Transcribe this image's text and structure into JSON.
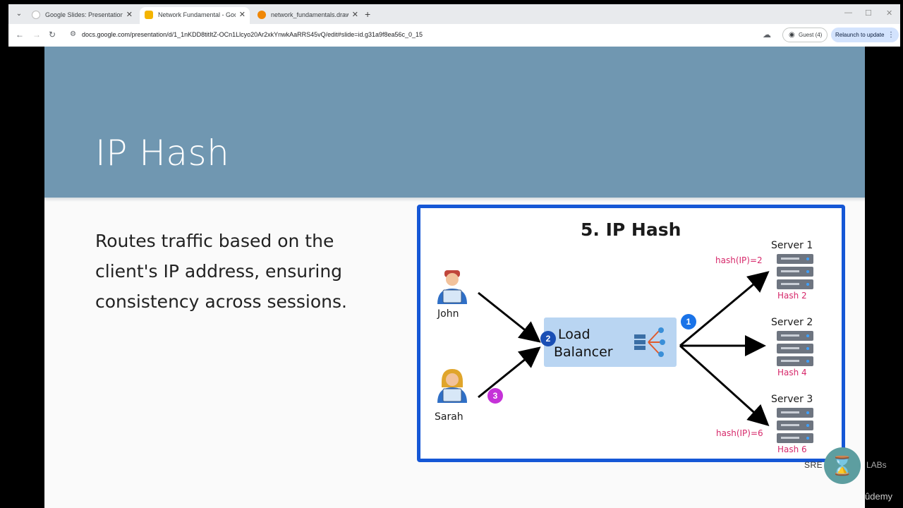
{
  "browser": {
    "tabs": [
      {
        "title": "Google Slides: Presentation Slides",
        "favicon_color": "#ffffff",
        "active": false
      },
      {
        "title": "Network Fundamental - Google Slides",
        "favicon_color": "#f4b400",
        "active": true
      },
      {
        "title": "network_fundamentals.drawio",
        "favicon_color": "#f08705",
        "active": false
      }
    ],
    "url": "docs.google.com/presentation/d/1_1nKDD8titItZ-OCn1Llcyo20Ar2xkYnwkAaRRS45vQ/edit#slide=id.g31a9f8ea56c_0_15",
    "guest_label": "Guest (4)",
    "relaunch_label": "Relaunch to update"
  },
  "slide": {
    "title": "IP Hash",
    "body": "Routes traffic based on the client's IP address, ensuring consistency across sessions.",
    "header_color": "#7097b1"
  },
  "diagram": {
    "title": "5. IP Hash",
    "clients": [
      "John",
      "Sarah"
    ],
    "load_balancer": {
      "line1": "Load",
      "line2": "Balancer"
    },
    "servers": [
      {
        "name": "Server 1",
        "hash": "Hash 2"
      },
      {
        "name": "Server 2",
        "hash": "Hash 4"
      },
      {
        "name": "Server 3",
        "hash": "Hash 6"
      }
    ],
    "hash_ip_top": "hash(IP)=2",
    "hash_ip_bottom": "hash(IP)=6",
    "badges": [
      "1",
      "2",
      "3"
    ],
    "accent_color": "#1557d6",
    "hash_color": "#d6286a"
  },
  "watermark": {
    "left": "SRE",
    "right": "LABs",
    "brand": "ûdemy"
  }
}
